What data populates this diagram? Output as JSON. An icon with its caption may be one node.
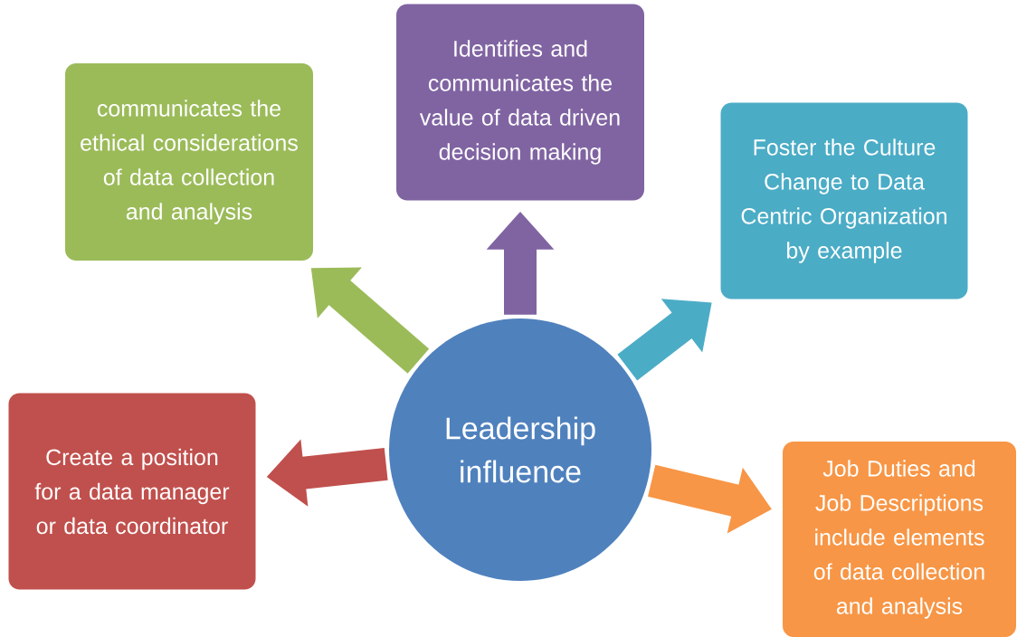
{
  "diagram": {
    "nodes": [
      {
        "text": [
          "Identifies and communicates the value of data driven decision making"
        ]
      },
      {
        "text": [
          "communicates the ethical considerations of data collection and analysis"
        ]
      },
      {
        "text": [
          "Foster the Culture Change to Data Centric Organization by example"
        ]
      },
      {
        "text": [
          "Leadership influence"
        ]
      },
      {
        "text": [
          "Create a position for a data manager or data coordinator"
        ]
      },
      {
        "text": [
          "Job Duties and Job Descriptions include elements of data collection and analysis"
        ]
      }
    ],
    "edges": [
      {
        "from": 3,
        "to": 0,
        "arrow": "to",
        "color": "#8064a2"
      },
      {
        "from": 3,
        "to": 1,
        "arrow": "to",
        "color": "#9bbb59"
      },
      {
        "from": 3,
        "to": 2,
        "arrow": "to",
        "color": "#4bacc6"
      },
      {
        "from": 3,
        "to": 4,
        "arrow": "to",
        "color": "#c0504d"
      },
      {
        "from": 3,
        "to": 5,
        "arrow": "to",
        "color": "#f79646"
      }
    ]
  }
}
